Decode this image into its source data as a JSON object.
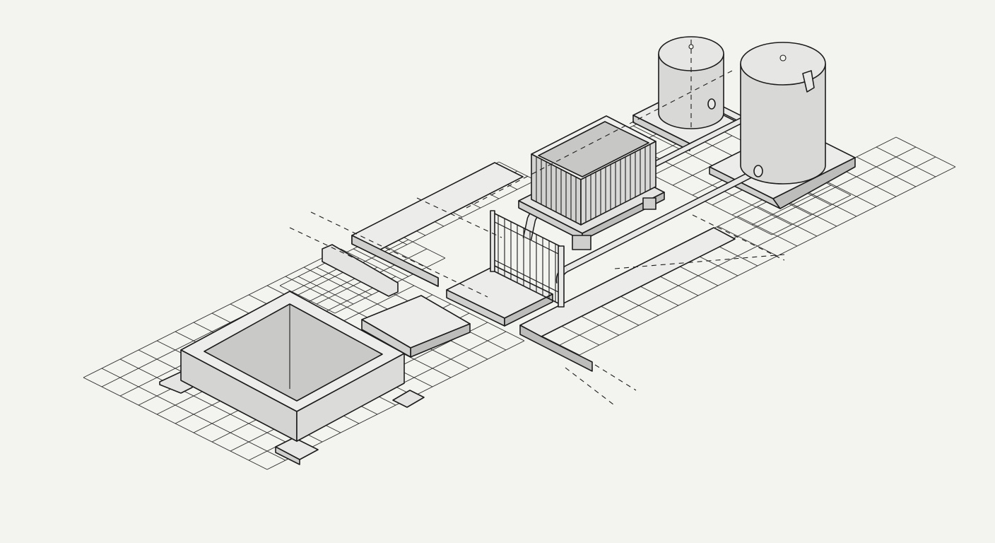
{
  "colors": {
    "background": "#f3f3ef",
    "line": "#1c1c1c",
    "face_light": "#e8e8e6",
    "face_mid": "#d6d6d4",
    "face_dark": "#bdbdbb"
  },
  "components": [
    "open-top-basin",
    "slatted-tank",
    "fence-gate",
    "small-cylindrical-tank",
    "large-cylindrical-tank",
    "connecting-pipes",
    "concrete-pads",
    "grid-floor"
  ]
}
